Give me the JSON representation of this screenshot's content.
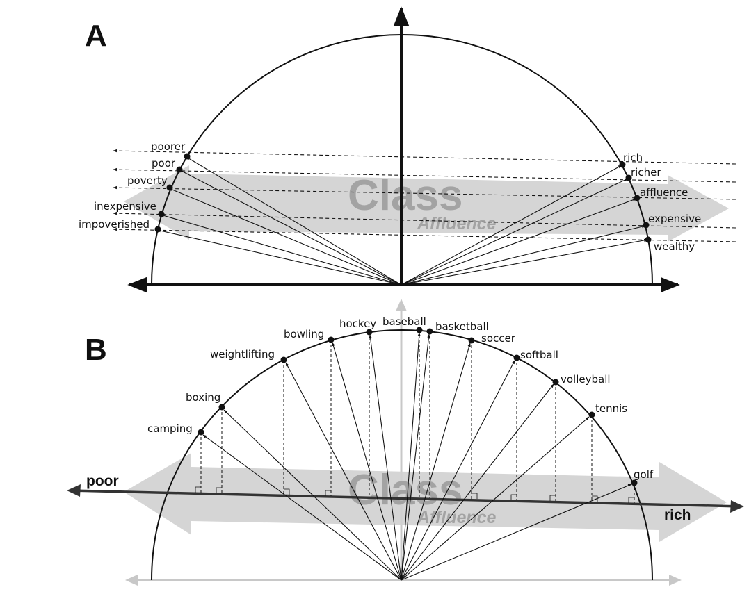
{
  "panel_a": {
    "letter": "A",
    "arrow_word": "Class",
    "arrow_subword": "Affluence",
    "left_words": [
      "poorer",
      "poor",
      "poverty",
      "inexpensive",
      "impoverished"
    ],
    "right_words": [
      "rich",
      "richer",
      "affluence",
      "expensive",
      "wealthy"
    ]
  },
  "panel_b": {
    "letter": "B",
    "arrow_word": "Class",
    "arrow_subword": "Affluence",
    "axis_left_label": "poor",
    "axis_right_label": "rich",
    "words": [
      "camping",
      "boxing",
      "weightlifting",
      "bowling",
      "hockey",
      "baseball",
      "basketball",
      "soccer",
      "softball",
      "volleyball",
      "tennis",
      "golf"
    ]
  },
  "colors": {
    "ink": "#111111",
    "arrow_gray": "#d0d0d0",
    "text_gray": "#a3a3a3"
  }
}
